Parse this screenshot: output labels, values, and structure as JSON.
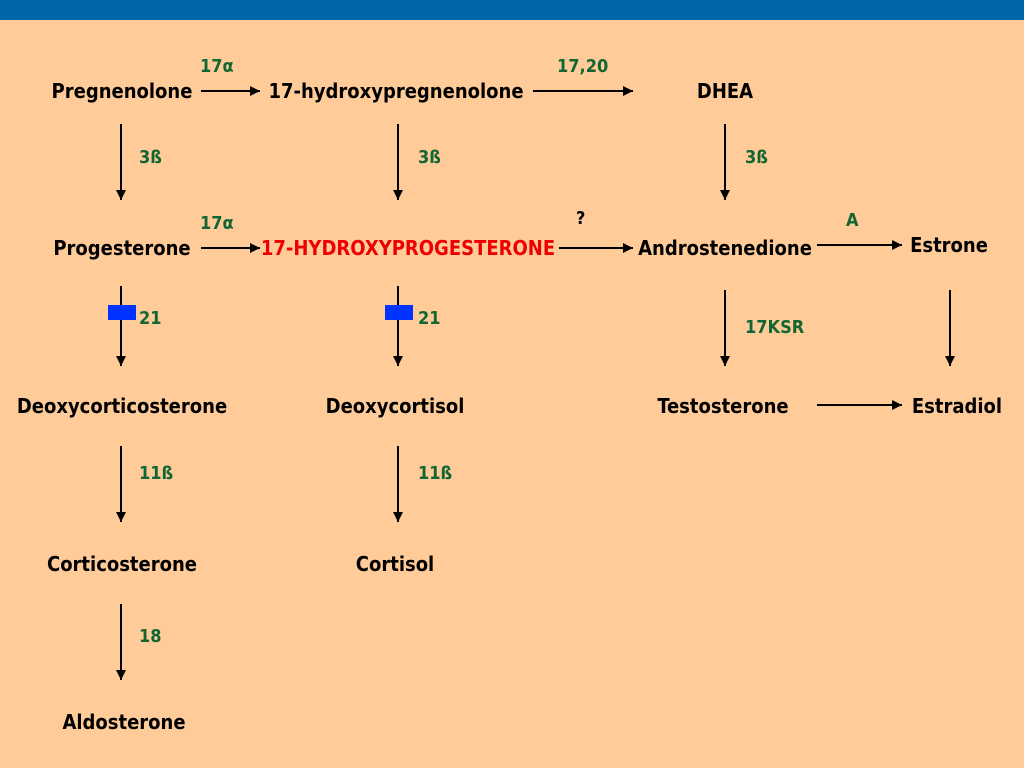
{
  "colors": {
    "background": "#ffcc99",
    "top_bar": "#0066aa",
    "node_text": "#000000",
    "highlight": "#ee0000",
    "enzyme": "#116633",
    "block": "#0033ff"
  },
  "nodes": {
    "pregnenolone": "Pregnenolone",
    "hydroxypregnenolone": "17-hydroxypregnenolone",
    "dhea": "DHEA",
    "progesterone": "Progesterone",
    "hydroxyprogesterone": "17-HYDROXYPROGESTERONE",
    "androstenedione": "Androstenedione",
    "estrone": "Estrone",
    "deoxycorticosterone": "Deoxycorticosterone",
    "deoxycortisol": "Deoxycortisol",
    "testosterone": "Testosterone",
    "estradiol": "Estradiol",
    "corticosterone": "Corticosterone",
    "cortisol": "Cortisol",
    "aldosterone": "Aldosterone"
  },
  "enzymes": {
    "e17a_top": "17α",
    "e1720": "17,20",
    "e3b_1": "3ß",
    "e3b_2": "3ß",
    "e3b_3": "3ß",
    "e17a_mid": "17α",
    "unknown": "?",
    "aromatase": "A",
    "e21_1": "21",
    "e21_2": "21",
    "e17ksr": "17KSR",
    "e11b_1": "11ß",
    "e11b_2": "11ß",
    "e18": "18"
  }
}
